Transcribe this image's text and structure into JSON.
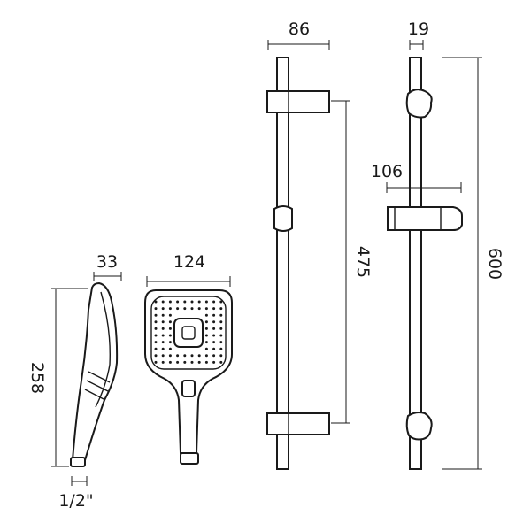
{
  "dimensions": {
    "handset_depth": "33",
    "handset_width": "124",
    "handset_length": "258",
    "thread_size": "1/2\"",
    "bracket_width": "86",
    "bracket_spacing": "475",
    "rail_diameter": "19",
    "holder_width": "106",
    "rail_length": "600"
  }
}
